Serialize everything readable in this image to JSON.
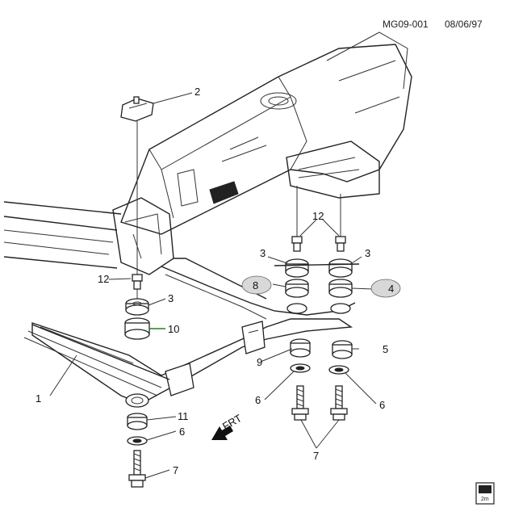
{
  "header": {
    "doc_id": "MG09-001",
    "date": "08/06/97"
  },
  "callouts": {
    "c1": "1",
    "c2": "2",
    "c3a": "3",
    "c3b": "3",
    "c3c": "3",
    "c4": "4",
    "c5": "5",
    "c6a": "6",
    "c6b": "6",
    "c6c": "6",
    "c7a": "7",
    "c7b": "7",
    "c8": "8",
    "c9": "9",
    "c10": "10",
    "c11": "11",
    "c12a": "12",
    "c12b": "12"
  },
  "direction_marker": {
    "label": "FRT"
  },
  "corner_logo": {
    "text": "2m"
  }
}
